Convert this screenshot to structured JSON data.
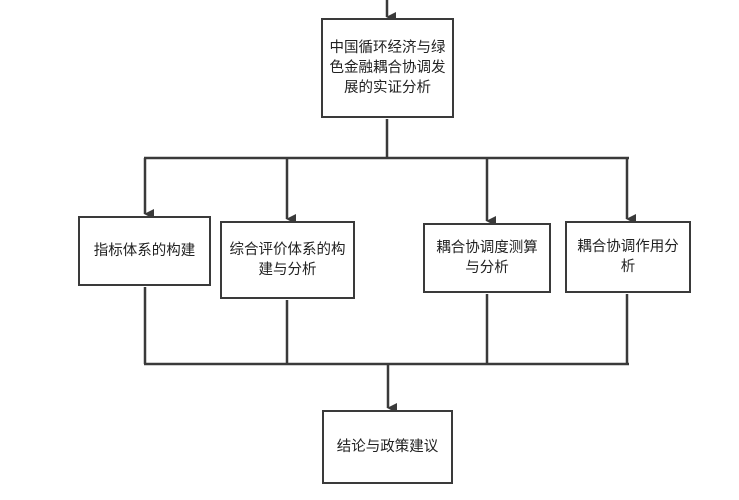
{
  "diagram": {
    "top_node": {
      "text": "中国循环经济与绿色金融耦合协调发展的实证分析"
    },
    "branches": [
      {
        "text": "指标体系的构建"
      },
      {
        "text": "综合评价体系的构建与分析"
      },
      {
        "text": "耦合协调度测算与分析"
      },
      {
        "text": "耦合协调作用分析"
      }
    ],
    "bottom_node": {
      "text": "结论与政策建议"
    },
    "colors": {
      "line": "#3a3a3a",
      "box_border": "#3a3a3a",
      "text": "#222222",
      "background": "#ffffff"
    }
  }
}
